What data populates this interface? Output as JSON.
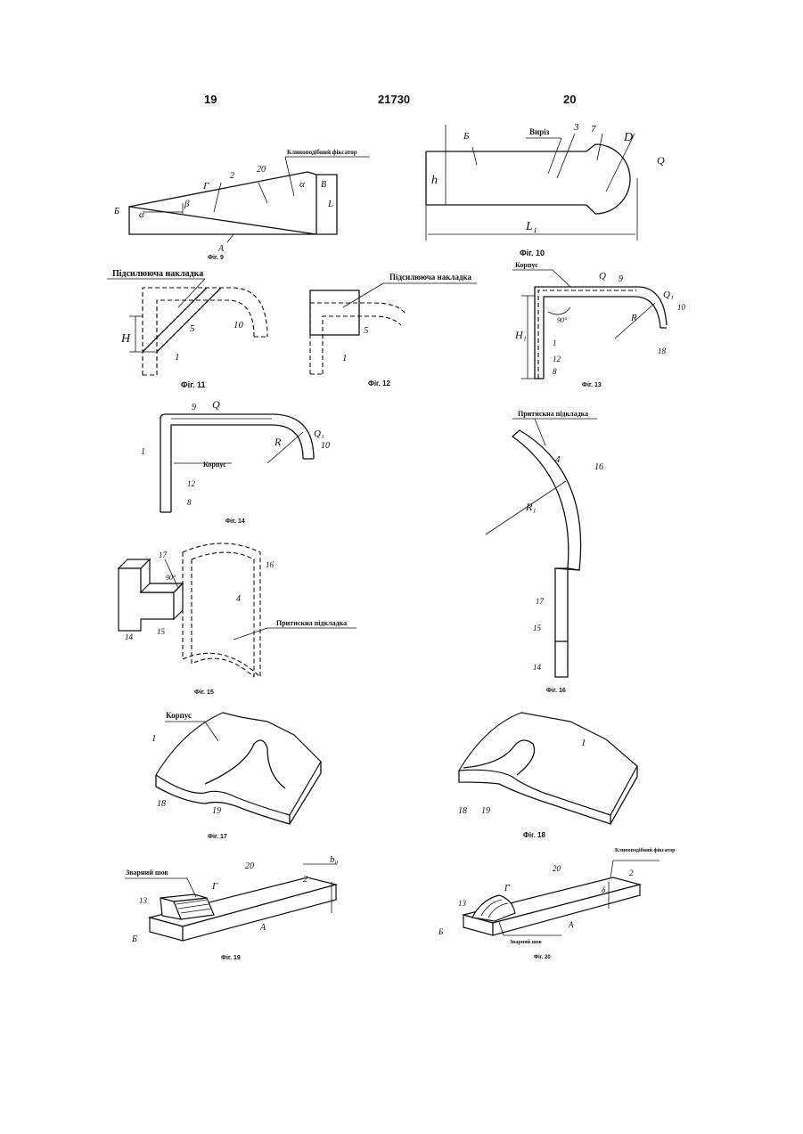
{
  "header": {
    "left_page": "19",
    "patent_number": "21730",
    "right_page": "20"
  },
  "fig9": {
    "caption": "Фіг. 9",
    "label_fixator": "Клиноподібний фіксатор",
    "n_g": "Г",
    "n_2": "2",
    "n_20": "20",
    "n_b": "Б",
    "n_a": "А",
    "n_v": "В",
    "n_alpha1": "α",
    "n_alpha2": "α",
    "n_beta": "β",
    "n_l": "L"
  },
  "fig10": {
    "caption": "Фіг. 10",
    "label_cut": "Виріз",
    "n_b": "Б",
    "n_3": "3",
    "n_7": "7",
    "n_d": "D",
    "n_q": "Q",
    "n_h": "h",
    "n_l1": "L₁"
  },
  "fig11": {
    "caption": "Фіг. 11",
    "label_pad": "Підсилююча накладка",
    "n_h": "H",
    "n_5": "5",
    "n_1": "1",
    "n_10": "10"
  },
  "fig12": {
    "caption": "Фіг. 12",
    "label_pad": "Підсилююча накладка",
    "n_5": "5",
    "n_1": "1"
  },
  "fig13": {
    "caption": "Фіг. 13",
    "label_body": "Корпус",
    "n_q": "Q",
    "n_9": "9",
    "n_q1": "Q₁",
    "n_10": "10",
    "n_r": "R",
    "n_90": "90°",
    "n_h1": "H₁",
    "n_1": "1",
    "n_12": "12",
    "n_8": "8",
    "n_18": "18"
  },
  "fig14": {
    "caption": "Фіг. 14",
    "label_body": "Корпус",
    "n_9": "9",
    "n_q": "Q",
    "n_q1": "Q₁",
    "n_r": "R",
    "n_10": "10",
    "n_1": "1",
    "n_12": "12",
    "n_8": "8"
  },
  "fig15": {
    "caption": "Фіг. 15",
    "label_pad": "Притискна підкладка",
    "n_17": "17",
    "n_90": "90°",
    "n_16": "16",
    "n_4": "4",
    "n_14": "14",
    "n_15": "15"
  },
  "fig16": {
    "caption": "Фіг. 16",
    "label_pad": "Притискна підкладка",
    "n_4": "4",
    "n_16": "16",
    "n_r1": "R₁",
    "n_17": "17",
    "n_15": "15",
    "n_14": "14"
  },
  "fig17": {
    "caption": "Фіг. 17",
    "label_body": "Корпус",
    "n_1": "1",
    "n_18": "18",
    "n_19": "19"
  },
  "fig18": {
    "caption": "Фіг. 18",
    "n_1": "1",
    "n_18": "18",
    "n_19": "19"
  },
  "fig19": {
    "caption": "Фіг. 19",
    "label_seam": "Зварний шов",
    "n_13": "13",
    "n_g": "Г",
    "n_20": "20",
    "n_2": "2",
    "n_b0": "b₀",
    "n_a": "А",
    "n_b": "Б"
  },
  "fig20": {
    "caption": "Фіг. 20",
    "label_fixator": "Клиноподібний фіксатор",
    "label_seam": "Зварний шов",
    "n_13": "13",
    "n_g": "Г",
    "n_20": "20",
    "n_2": "2",
    "n_a": "А",
    "n_b": "Б",
    "n_d": "δ"
  }
}
